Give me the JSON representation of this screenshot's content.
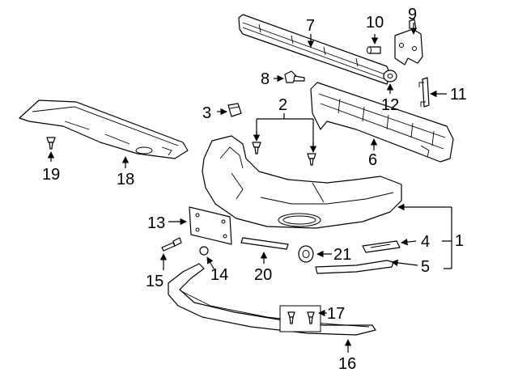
{
  "callouts": {
    "c1": "1",
    "c2": "2",
    "c3": "3",
    "c4": "4",
    "c5": "5",
    "c6": "6",
    "c7": "7",
    "c8": "8",
    "c9": "9",
    "c10": "10",
    "c11": "11",
    "c12": "12",
    "c13": "13",
    "c14": "14",
    "c15": "15",
    "c16": "16",
    "c17": "17",
    "c18": "18",
    "c19": "19",
    "c20": "20",
    "c21": "21"
  },
  "colors": {
    "stroke": "#000000",
    "background": "#ffffff"
  }
}
